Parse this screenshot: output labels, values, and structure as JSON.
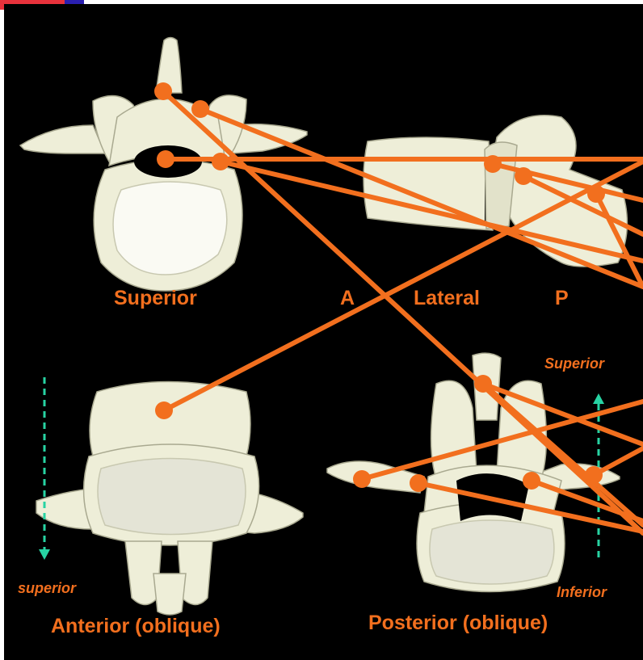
{
  "colors": {
    "background": "#000000",
    "bone": "#eeeed8",
    "bone_shade": "#bfbfa6",
    "pointer": "#f26f1e",
    "direction_arrow": "#27d3a3",
    "slide_accent_red": "#e8323c",
    "slide_accent_blue": "#2a1fb0"
  },
  "labels": {
    "superior_view": "Superior",
    "lateral_view": "Lateral",
    "anterior_marker": "A",
    "posterior_marker": "P",
    "anterior_oblique_view": "Anterior (oblique)",
    "posterior_oblique_view": "Posterior (oblique)",
    "direction_superior_left": "superior",
    "direction_superior_right": "Superior",
    "direction_inferior_right": "Inferior"
  },
  "icons": {
    "vertebra_superior": "vertebra-superior-view",
    "vertebra_lateral": "vertebra-lateral-view",
    "vertebra_anterior": "vertebra-anterior-oblique-view",
    "vertebra_posterior": "vertebra-posterior-oblique-view",
    "arrow_down": "dashed-arrow-down",
    "arrow_up": "dashed-arrow-up"
  }
}
